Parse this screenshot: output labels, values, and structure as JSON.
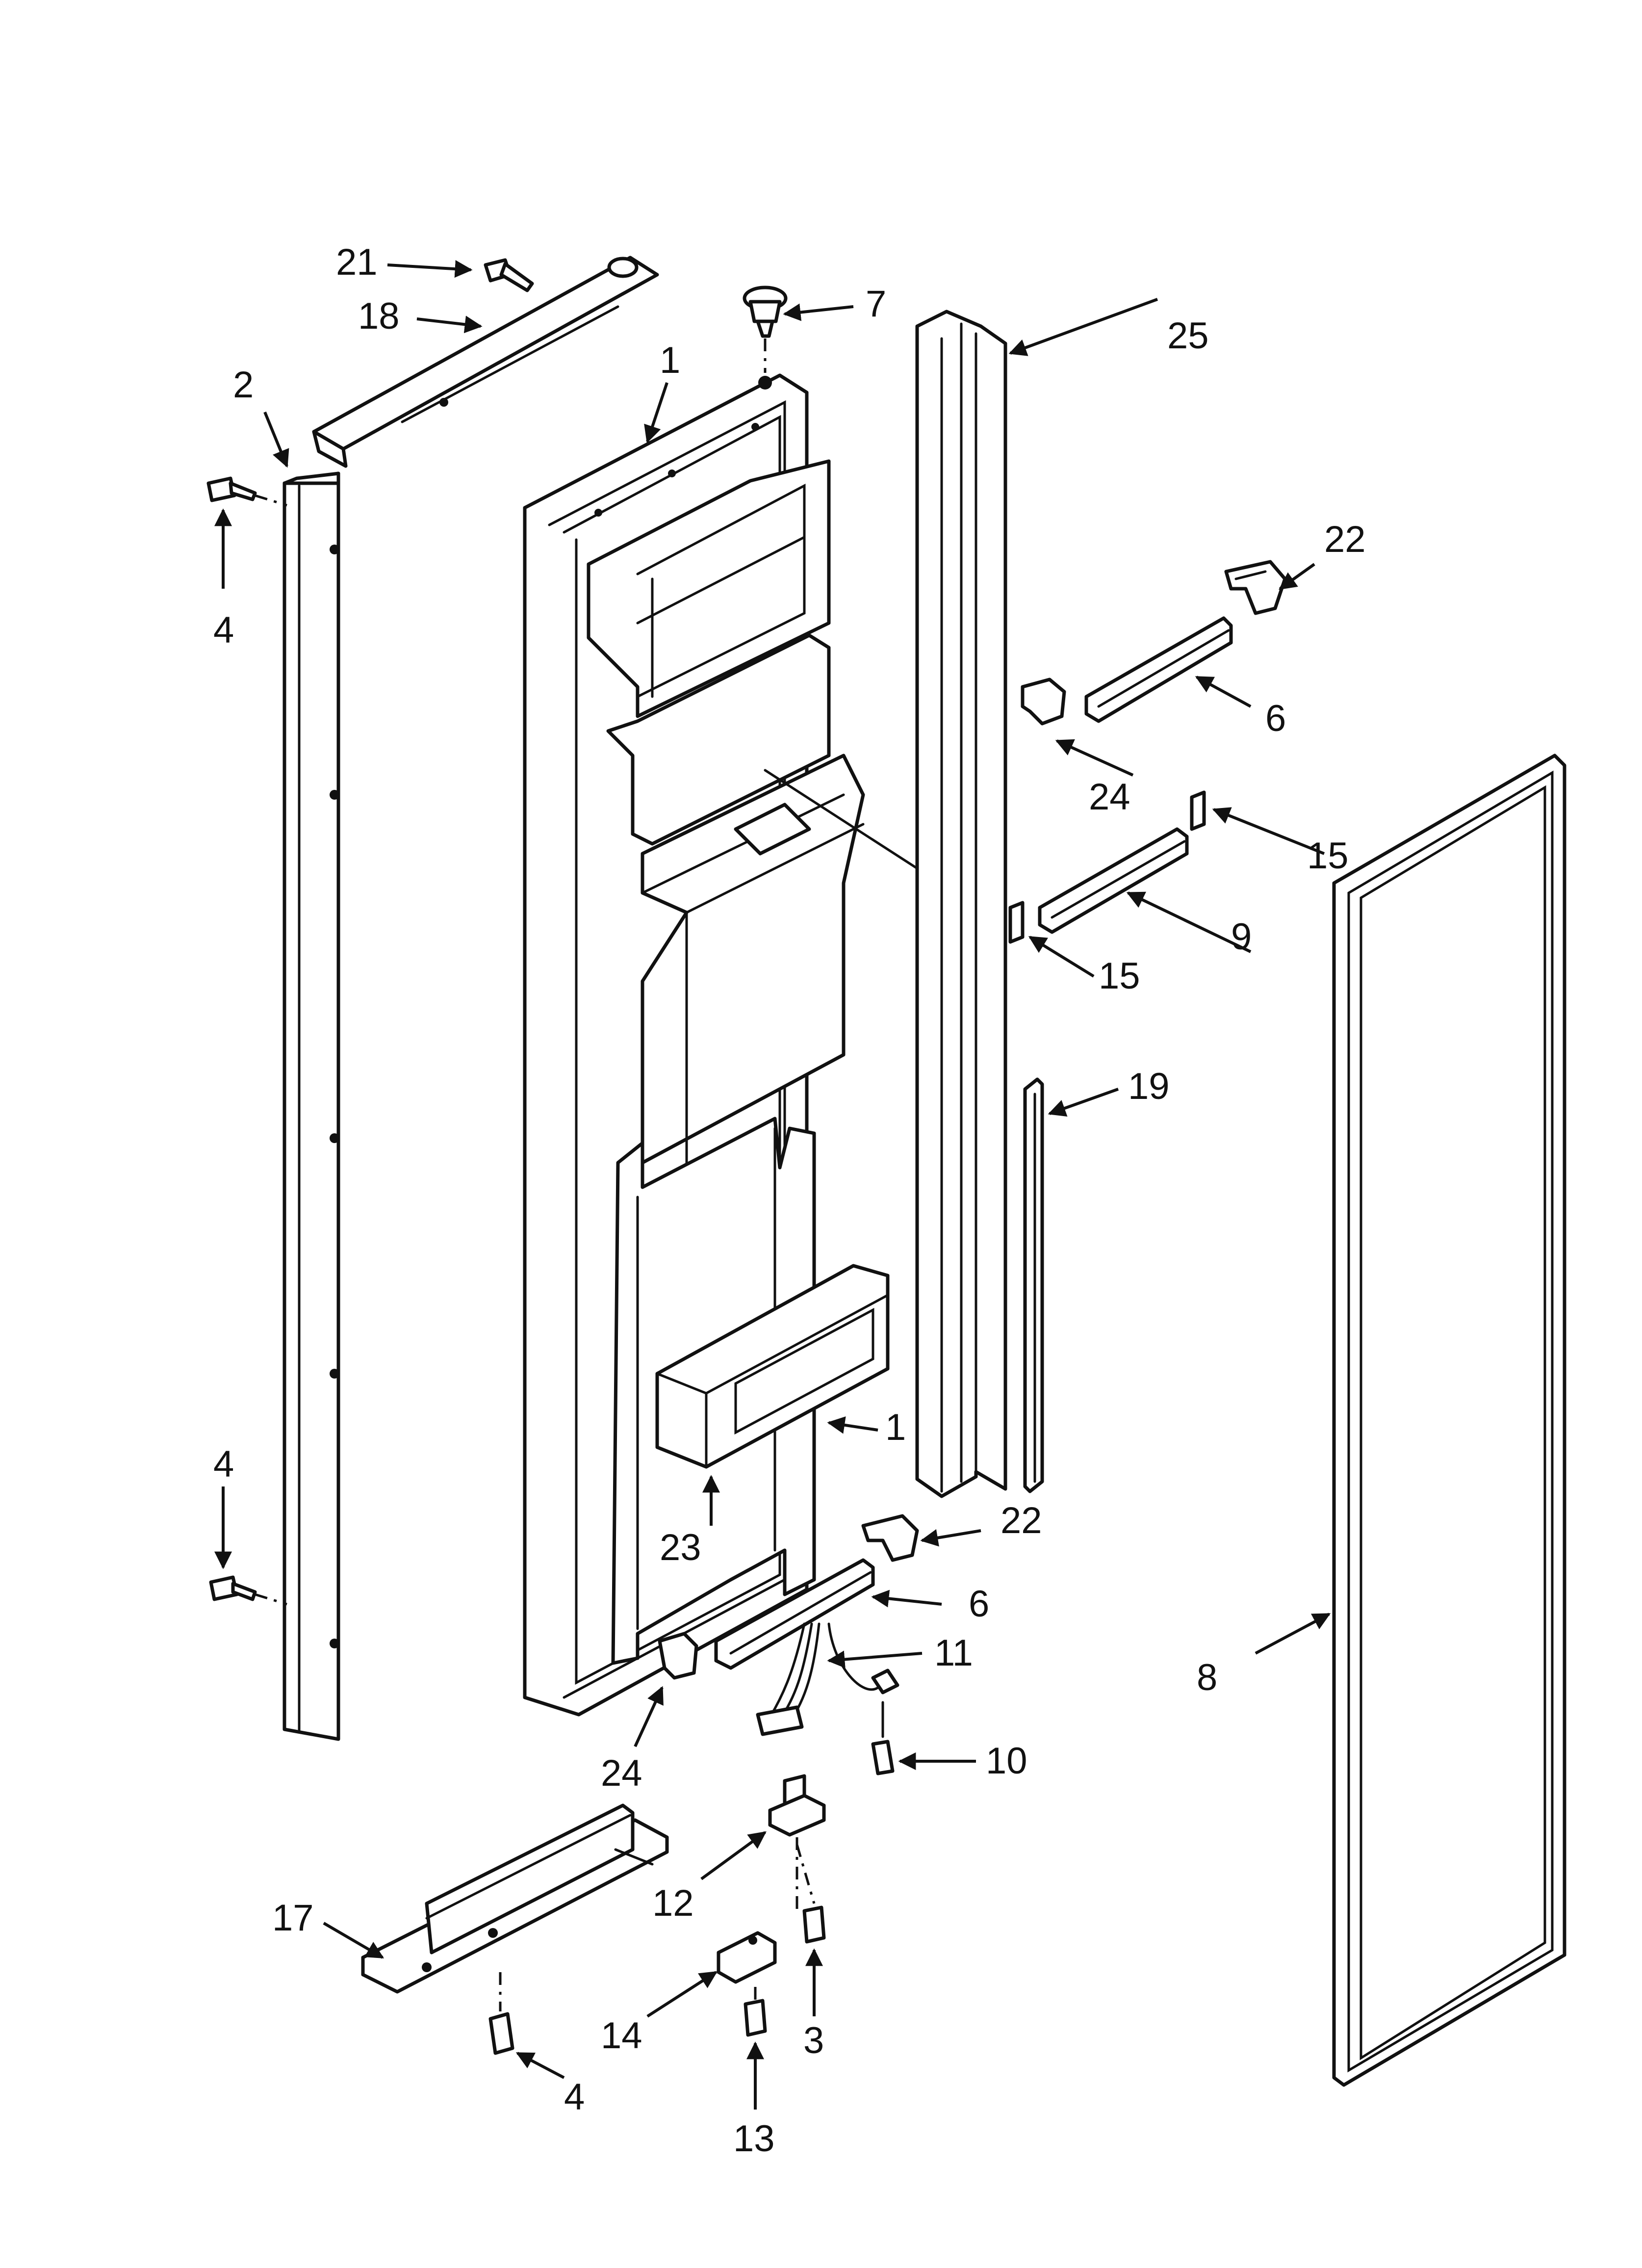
{
  "callouts": [
    {
      "id": "c21",
      "label": "21"
    },
    {
      "id": "c18",
      "label": "18"
    },
    {
      "id": "c7",
      "label": "7"
    },
    {
      "id": "c1a",
      "label": "1"
    },
    {
      "id": "c25",
      "label": "25"
    },
    {
      "id": "c2",
      "label": "2"
    },
    {
      "id": "c4a",
      "label": "4"
    },
    {
      "id": "c22a",
      "label": "22"
    },
    {
      "id": "c6a",
      "label": "6"
    },
    {
      "id": "c24a",
      "label": "24"
    },
    {
      "id": "c15a",
      "label": "15"
    },
    {
      "id": "c9",
      "label": "9"
    },
    {
      "id": "c15b",
      "label": "15"
    },
    {
      "id": "c19",
      "label": "19"
    },
    {
      "id": "c4b",
      "label": "4"
    },
    {
      "id": "c1b",
      "label": "1"
    },
    {
      "id": "c22b",
      "label": "22"
    },
    {
      "id": "c23",
      "label": "23"
    },
    {
      "id": "c6b",
      "label": "6"
    },
    {
      "id": "c11",
      "label": "11"
    },
    {
      "id": "c8",
      "label": "8"
    },
    {
      "id": "c24b",
      "label": "24"
    },
    {
      "id": "c10",
      "label": "10"
    },
    {
      "id": "c17",
      "label": "17"
    },
    {
      "id": "c12",
      "label": "12"
    },
    {
      "id": "c14",
      "label": "14"
    },
    {
      "id": "c3",
      "label": "3"
    },
    {
      "id": "c4c",
      "label": "4"
    },
    {
      "id": "c13",
      "label": "13"
    }
  ]
}
